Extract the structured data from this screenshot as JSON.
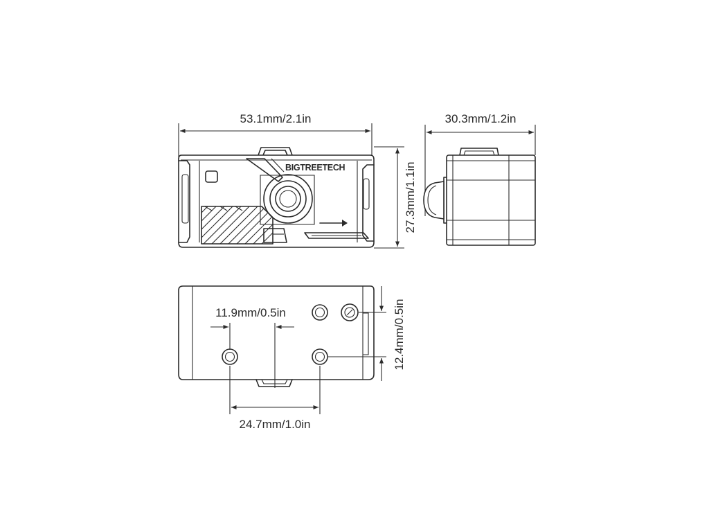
{
  "front_view": {
    "width_label": "53.1mm/2.1in",
    "height_label": "27.3mm/1.1in",
    "logo_text": "BIGTREETECH"
  },
  "side_view": {
    "depth_label": "30.3mm/1.2in"
  },
  "bottom_view": {
    "hole_spacing_x_small_label": "11.9mm/0.5in",
    "hole_spacing_x_large_label": "24.7mm/1.0in",
    "hole_spacing_y_label": "12.4mm/0.5in"
  }
}
